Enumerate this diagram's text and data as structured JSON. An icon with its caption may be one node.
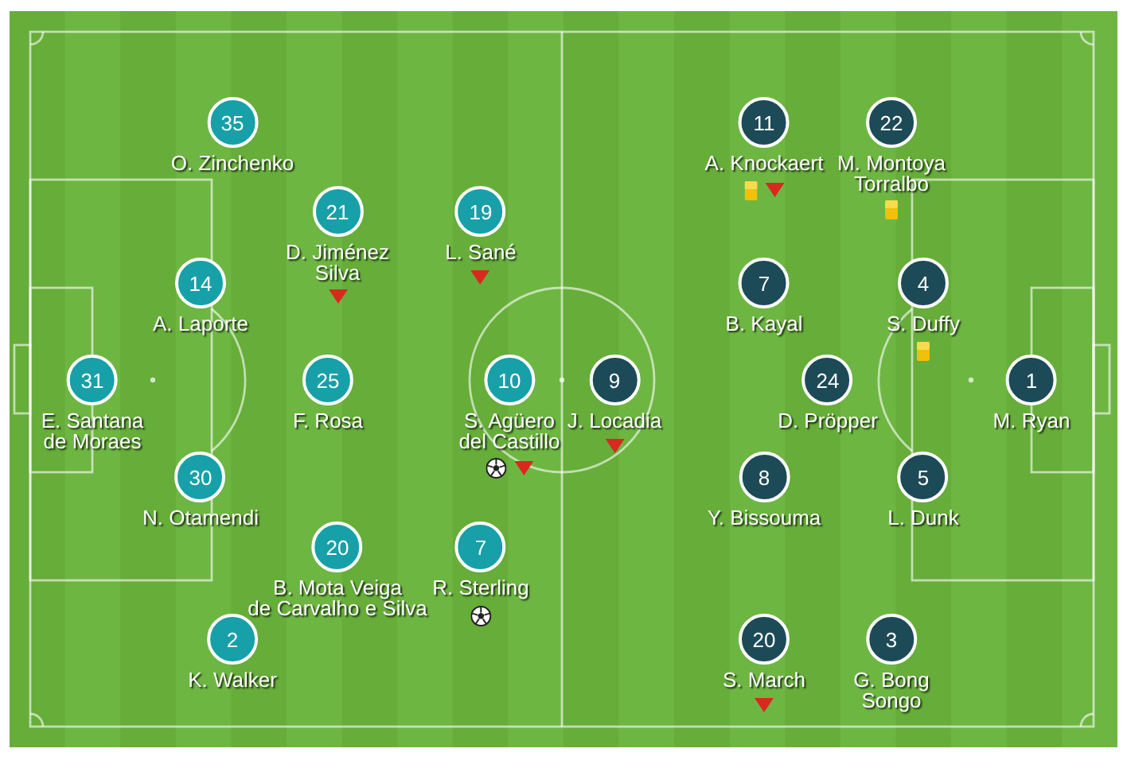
{
  "diagram": {
    "nodes": [
      {
        "text": [
          "35"
        ],
        "beside": [
          "O. Zinchenko"
        ]
      },
      {
        "text": [
          "11"
        ],
        "beside": [
          "A. Knockaert"
        ]
      },
      {
        "text": [
          "22"
        ],
        "beside": [
          "M. Montoya Torralbo"
        ]
      },
      {
        "text": [
          "21"
        ],
        "beside": [
          "D. Jiménez Silva"
        ]
      },
      {
        "text": [
          "19"
        ],
        "beside": [
          "L. Sané"
        ]
      },
      {
        "text": [
          "14"
        ],
        "beside": [
          "A. Laporte"
        ]
      },
      {
        "text": [
          "7"
        ],
        "beside": [
          "B. Kayal"
        ]
      },
      {
        "text": [
          "4"
        ],
        "beside": [
          "S. Duffy"
        ]
      },
      {
        "text": [
          "31"
        ],
        "beside": [
          "E. Santana de Moraes"
        ]
      },
      {
        "text": [
          "25"
        ],
        "beside": [
          "F. Rosa"
        ]
      },
      {
        "text": [
          "10"
        ],
        "beside": [
          "S. Agüero del Castillo"
        ]
      },
      {
        "text": [
          "9"
        ],
        "beside": [
          "J. Locadia"
        ]
      },
      {
        "text": [
          "24"
        ],
        "beside": [
          "D. Pröpper"
        ]
      },
      {
        "text": [
          "1"
        ],
        "beside": [
          "M. Ryan"
        ]
      },
      {
        "text": [
          "30"
        ],
        "beside": [
          "N. Otamendi"
        ]
      },
      {
        "text": [
          "8"
        ],
        "beside": [
          "Y. Bissouma"
        ]
      },
      {
        "text": [
          "5"
        ],
        "beside": [
          "L. Dunk"
        ]
      },
      {
        "text": [
          "20"
        ],
        "beside": [
          "B. Mota Veiga de Carvalho e Silva"
        ]
      },
      {
        "text": [
          "7"
        ],
        "beside": [
          "R. Sterling"
        ]
      },
      {
        "text": [
          "2"
        ],
        "beside": [
          "K. Walker"
        ]
      },
      {
        "text": [
          "20"
        ],
        "beside": [
          "S. March"
        ]
      },
      {
        "text": [
          "3"
        ],
        "beside": [
          "G. Bong Songo"
        ]
      }
    ]
  }
}
